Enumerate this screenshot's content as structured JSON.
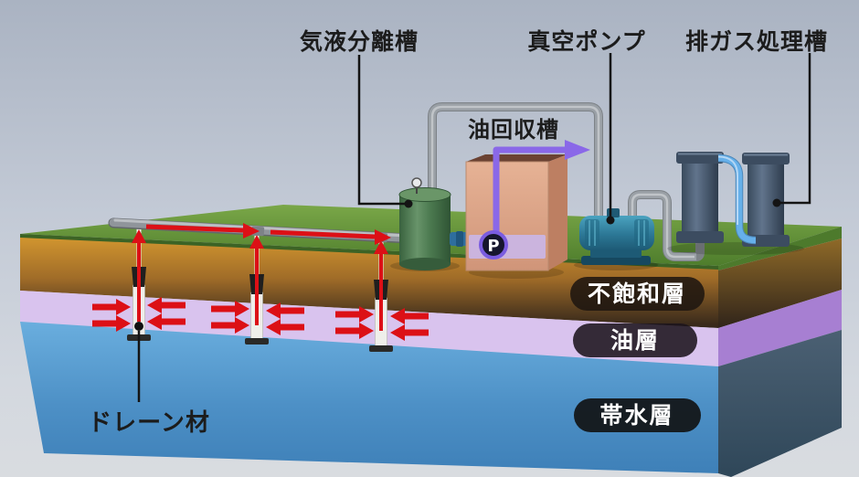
{
  "diagram": {
    "header_labels": {
      "gas_liquid_separator": "気液分離槽",
      "vacuum_pump": "真空ポンプ",
      "exhaust_gas_treatment": "排ガス処理槽"
    },
    "inline_labels": {
      "oil_recovery_tank": "油回収槽",
      "drain_material": "ドレーン材",
      "pump_symbol": "P"
    },
    "layer_labels": {
      "unsaturated": "不飽和層",
      "oil": "油層",
      "aquifer": "帯水層"
    },
    "colors": {
      "background_top": "#aab3c2",
      "background_bottom": "#d9dce0",
      "grass_green": "#5f8c35",
      "unsaturated_soil_brown": "#b97d2e",
      "oil_layer_lavender": "#d9c3ee",
      "oil_layer_side_purple": "#a77fd2",
      "aquifer_blue": "#4f93c8",
      "aquifer_side_slate": "#3d5466",
      "flow_arrow_red": "#dc1016",
      "oil_flow_purple": "#8a68e8",
      "separator_tank_green": "#4d7a52",
      "vacuum_pump_teal": "#2c7795",
      "treatment_tank_slate": "#46586e",
      "recovery_tank_salmon": "#dca487",
      "pipe_gray": "#989da3",
      "blue_pipe": "#66b0ea",
      "label_pill_bg": "#1c1c1c",
      "label_pill_text": "#ffffff"
    }
  }
}
